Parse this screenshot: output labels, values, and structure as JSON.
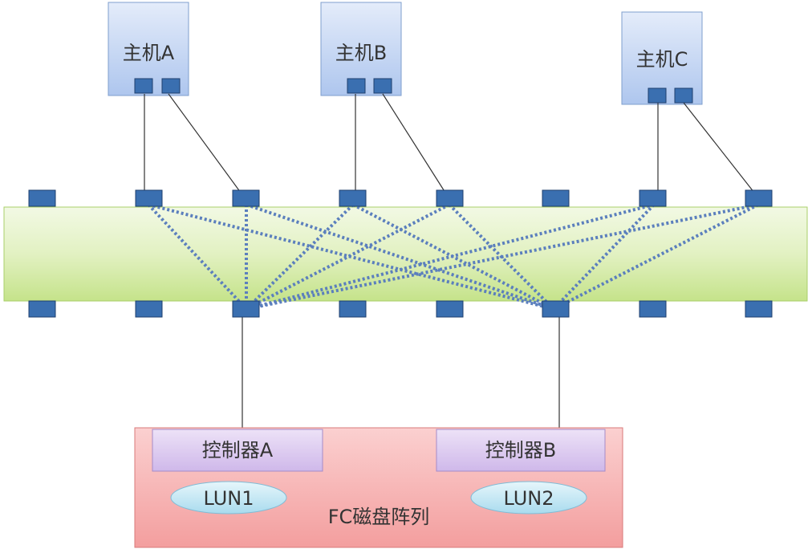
{
  "hosts": [
    {
      "label": "主机A"
    },
    {
      "label": "主机B"
    },
    {
      "label": "主机C"
    }
  ],
  "controllers": [
    {
      "label": "控制器A"
    },
    {
      "label": "控制器B"
    }
  ],
  "luns": [
    {
      "label": "LUN1"
    },
    {
      "label": "LUN2"
    }
  ],
  "array": {
    "label": "FC磁盘阵列"
  },
  "colors": {
    "host_fill": "#c9daf8",
    "port_fill": "#3a6fb0",
    "switch_fill": "#dcefb4",
    "controller_fill": "#d9c7ee",
    "array_fill": "#f6b4b4",
    "lun_fill": "#bfe6f2",
    "dotted_link": "#5b7fbd"
  }
}
